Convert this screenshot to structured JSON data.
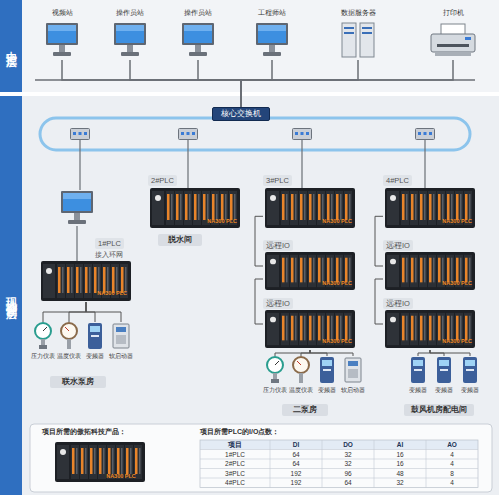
{
  "diagram": {
    "nodes": [
      {
        "text": [
          "中控层"
        ]
      },
      {
        "text": [
          "视频站"
        ],
        "in": 0
      },
      {
        "text": [
          "操作员站"
        ],
        "in": 0
      },
      {
        "text": [
          "操作员站"
        ],
        "in": 0
      },
      {
        "text": [
          "工程师站"
        ],
        "in": 0
      },
      {
        "text": [
          "数据服务器"
        ],
        "in": 0
      },
      {
        "text": [
          "打印机"
        ],
        "in": 0
      },
      {
        "text": [
          "现地控制层"
        ]
      },
      {
        "text": [
          "核心交换机"
        ],
        "in": 7
      },
      {
        "text": [
          "1#PLC",
          "NA300 PLC"
        ],
        "in": 7
      },
      {
        "text": [
          "2#PLC",
          "NA300 PLC"
        ],
        "in": 7
      },
      {
        "text": [
          "3#PLC",
          "NA300 PLC"
        ],
        "in": 7
      },
      {
        "text": [
          "远程IO",
          "NA300 PLC"
        ],
        "in": 7
      },
      {
        "text": [
          "远程IO",
          "NA300 PLC"
        ],
        "in": 7
      },
      {
        "text": [
          "4#PLC",
          "NA300 PLC"
        ],
        "in": 7
      },
      {
        "text": [
          "远程IO",
          "NA300 PLC"
        ],
        "in": 7
      },
      {
        "text": [
          "远程IO",
          "NA300 PLC"
        ],
        "in": 7
      },
      {
        "text": [
          "压力仪表"
        ],
        "in": 7
      },
      {
        "text": [
          "温度仪表"
        ],
        "in": 7
      },
      {
        "text": [
          "变频器"
        ],
        "in": 7
      },
      {
        "text": [
          "软启动器"
        ],
        "in": 7
      },
      {
        "text": [
          "压力仪表"
        ],
        "in": 7
      },
      {
        "text": [
          "温度仪表"
        ],
        "in": 7
      },
      {
        "text": [
          "变频器"
        ],
        "in": 7
      },
      {
        "text": [
          "软启动器"
        ],
        "in": 7
      },
      {
        "text": [
          "变频器"
        ],
        "in": 7
      },
      {
        "text": [
          "变频器"
        ],
        "in": 7
      },
      {
        "text": [
          "变频器"
        ],
        "in": 7
      },
      {
        "text": [
          "项目所需的傲拓科技产品：",
          "项目所需PLC的I/O点数："
        ],
        "in": 7
      }
    ],
    "edges": [
      {
        "from": 1,
        "to": 8,
        "arrow": "none"
      },
      {
        "from": 2,
        "to": 8,
        "arrow": "none"
      },
      {
        "from": 3,
        "to": 8,
        "arrow": "none"
      },
      {
        "from": 4,
        "to": 8,
        "arrow": "none"
      },
      {
        "from": 5,
        "to": 8,
        "arrow": "none"
      },
      {
        "from": 6,
        "to": 8,
        "arrow": "none"
      },
      {
        "from": 11,
        "to": 12,
        "arrow": "none"
      },
      {
        "from": 12,
        "to": 13,
        "arrow": "none"
      },
      {
        "from": 14,
        "to": 15,
        "arrow": "none"
      },
      {
        "from": 15,
        "to": 16,
        "arrow": "none"
      },
      {
        "from": 9,
        "to": 17,
        "arrow": "none"
      },
      {
        "from": 9,
        "to": 18,
        "arrow": "none"
      },
      {
        "from": 9,
        "to": 19,
        "arrow": "none"
      },
      {
        "from": 9,
        "to": 20,
        "arrow": "none"
      },
      {
        "from": 13,
        "to": 21,
        "arrow": "none"
      },
      {
        "from": 13,
        "to": 22,
        "arrow": "none"
      },
      {
        "from": 13,
        "to": 23,
        "arrow": "none"
      },
      {
        "from": 13,
        "to": 24,
        "arrow": "none"
      },
      {
        "from": 16,
        "to": 25,
        "arrow": "none"
      },
      {
        "from": 16,
        "to": 26,
        "arrow": "none"
      },
      {
        "from": 16,
        "to": 27,
        "arrow": "none"
      }
    ],
    "labels": [
      "接入环网",
      "脱水间",
      "联水泵房",
      "二泵房",
      "鼓风机房配电间",
      "NA300 PLC",
      "项目",
      "DI",
      "DO",
      "AI",
      "AO",
      "1#PLC",
      "64",
      "32",
      "16",
      "4",
      "2#PLC",
      "64",
      "32",
      "16",
      "4",
      "3#PLC",
      "192",
      "96",
      "48",
      "8",
      "4#PLC",
      "192",
      "64",
      "32",
      "4"
    ]
  }
}
